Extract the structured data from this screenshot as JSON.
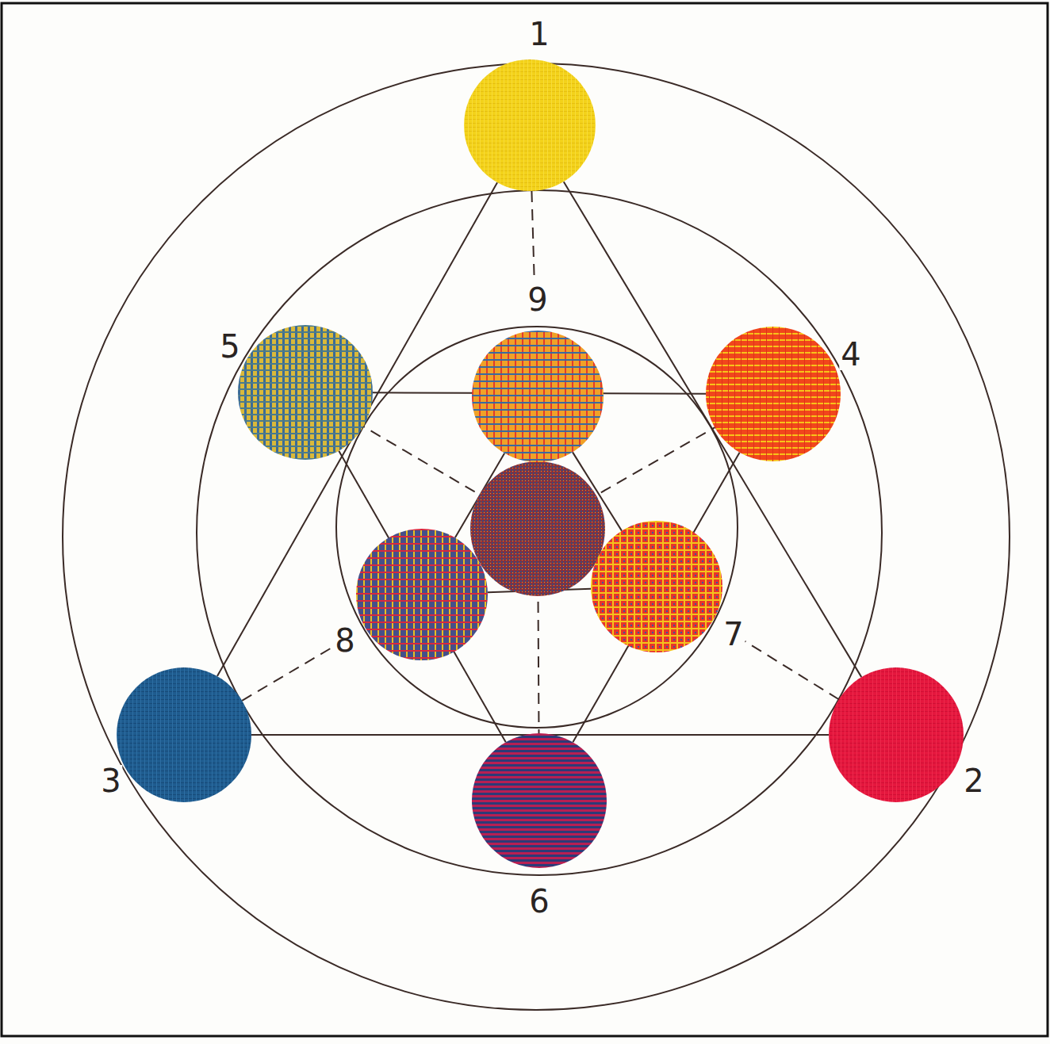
{
  "diagram": {
    "nodes": [
      {
        "text": [
          "1"
        ]
      },
      {
        "text": [
          "2"
        ]
      },
      {
        "text": [
          "3"
        ]
      },
      {
        "text": [
          "4"
        ]
      },
      {
        "text": [
          "5"
        ]
      },
      {
        "text": [
          "6"
        ]
      },
      {
        "text": [
          "7"
        ]
      },
      {
        "text": [
          "8"
        ]
      },
      {
        "text": [
          "9"
        ]
      }
    ],
    "edges": [
      {
        "from": 0,
        "to": 1,
        "arrow": "none"
      },
      {
        "from": 0,
        "to": 2,
        "arrow": "none"
      },
      {
        "from": 2,
        "to": 1,
        "arrow": "none"
      },
      {
        "from": 4,
        "to": 3,
        "arrow": "none"
      },
      {
        "from": 3,
        "to": 5,
        "arrow": "none"
      },
      {
        "from": 5,
        "to": 4,
        "arrow": "none"
      },
      {
        "from": 8,
        "to": 6,
        "arrow": "none"
      },
      {
        "from": 6,
        "to": 7,
        "arrow": "none"
      },
      {
        "from": 7,
        "to": 8,
        "arrow": "none"
      },
      {
        "from": 0,
        "to": 8,
        "arrow": "none"
      },
      {
        "from": 2,
        "to": 7,
        "arrow": "none"
      },
      {
        "from": 1,
        "to": 6,
        "arrow": "none"
      }
    ]
  }
}
